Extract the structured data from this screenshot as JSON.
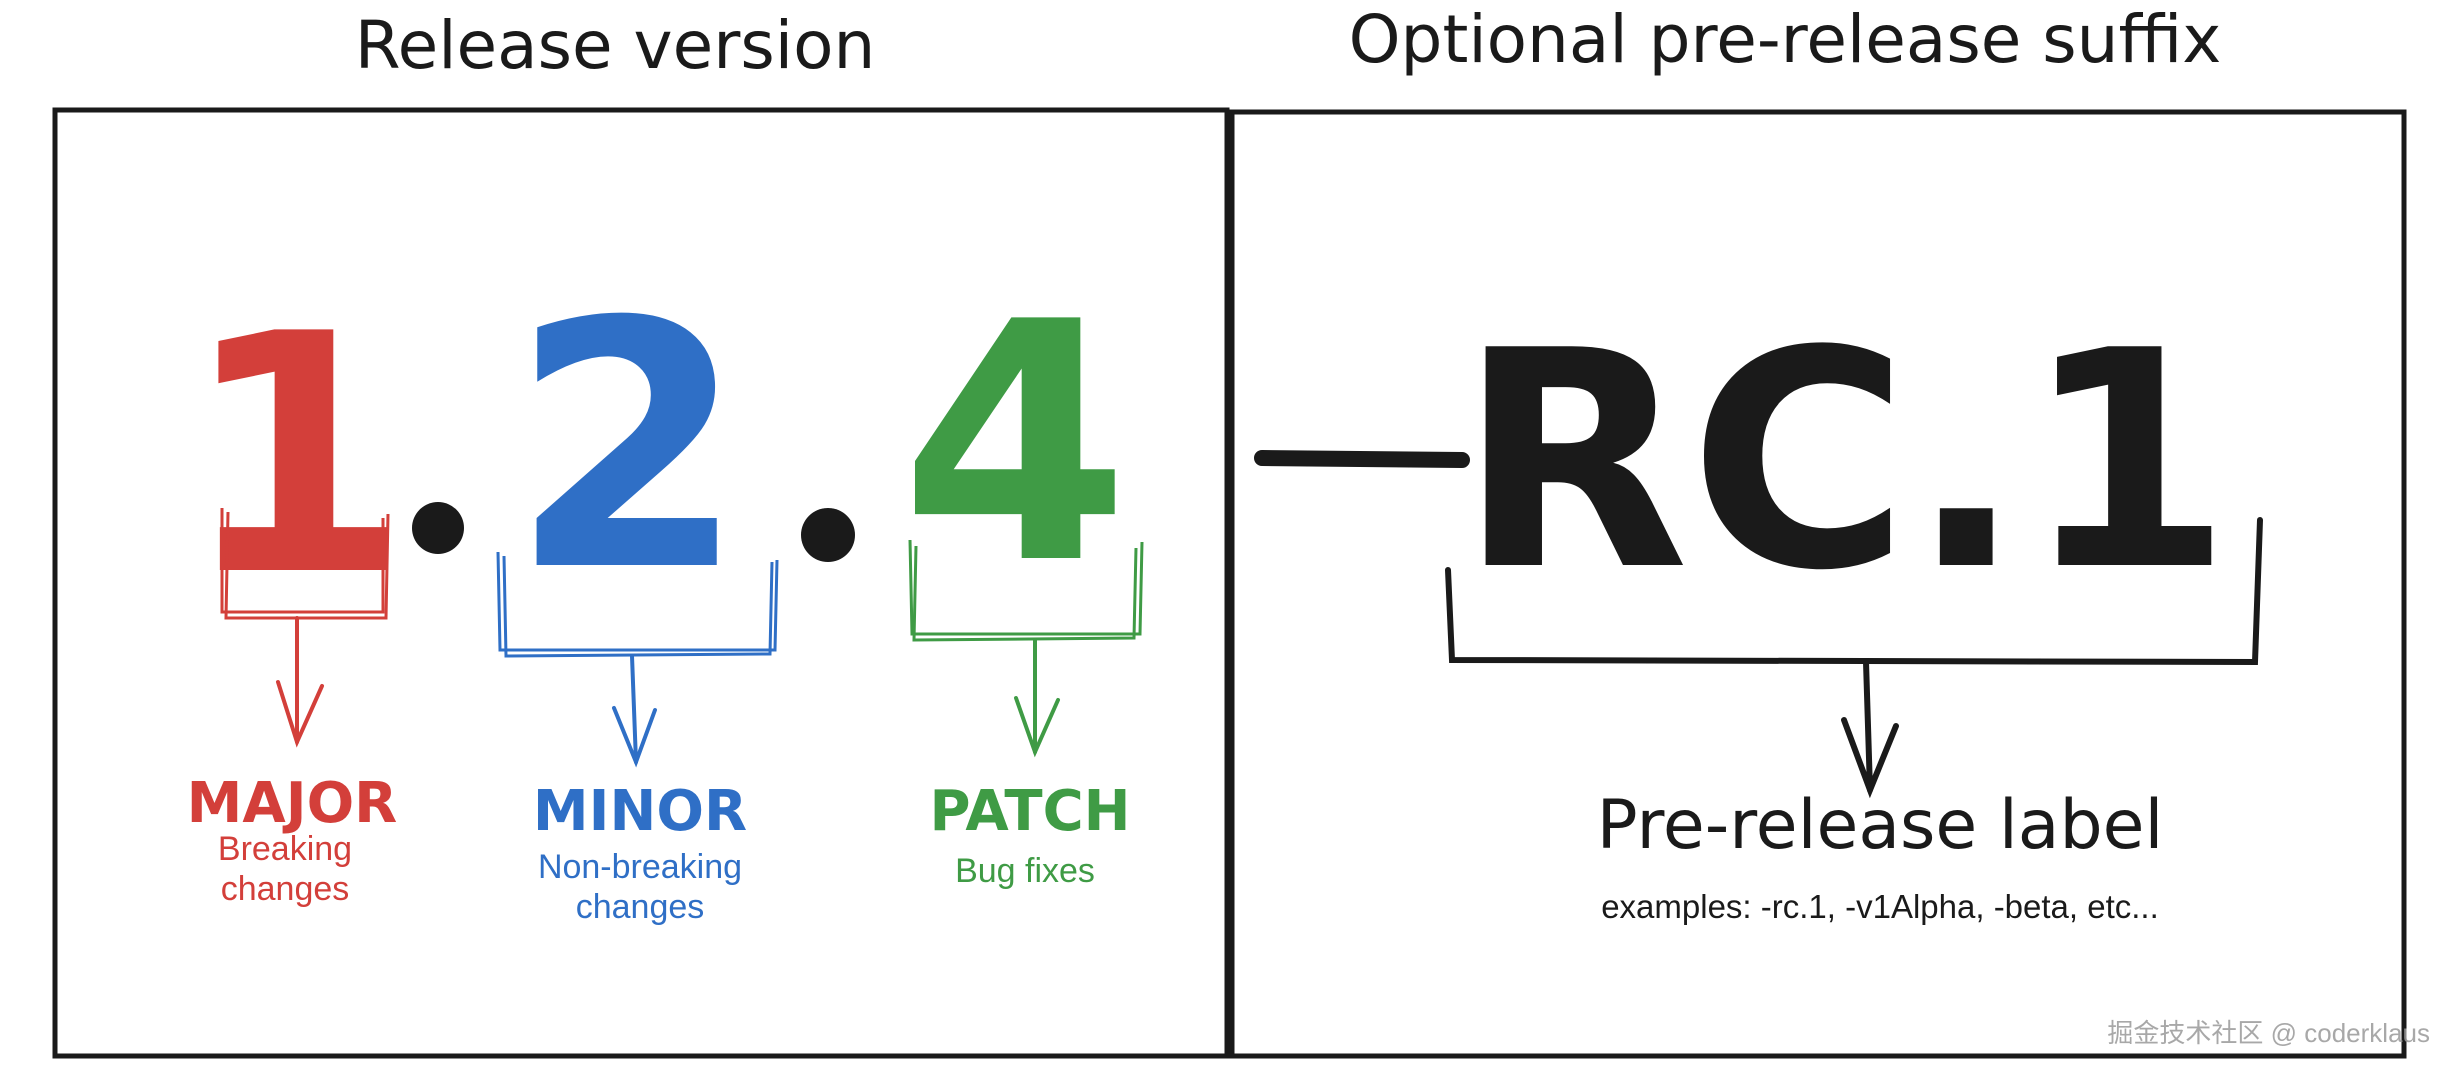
{
  "headings": {
    "left": "Release version",
    "right": "Optional pre-release suffix"
  },
  "version": {
    "major": "1",
    "minor": "2",
    "patch": "4",
    "separator": "."
  },
  "suffix": {
    "dash": "-",
    "text": "RC.1"
  },
  "components": [
    {
      "key": "major",
      "title": "MAJOR",
      "lines": [
        "Breaking",
        "changes"
      ],
      "color": "#d33f3a"
    },
    {
      "key": "minor",
      "title": "MINOR",
      "lines": [
        "Non-breaking",
        "changes"
      ],
      "color": "#2f6fc6"
    },
    {
      "key": "patch",
      "title": "PATCH",
      "lines": [
        "Bug fixes"
      ],
      "color": "#3f9b45"
    }
  ],
  "prerelease": {
    "title": "Pre-release label",
    "examples": "examples: -rc.1, -v1Alpha, -beta, etc..."
  },
  "watermark": "掘金技术社区 @ coderklaus",
  "colors": {
    "major": "#d33f3a",
    "minor": "#2f6fc6",
    "patch": "#3f9b45",
    "ink": "#1a1a1a"
  }
}
